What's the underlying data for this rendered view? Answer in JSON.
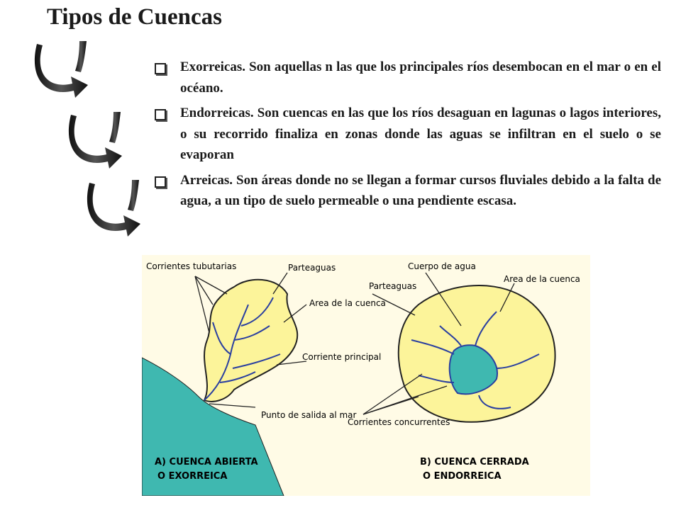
{
  "title": "Tipos de Cuencas",
  "bullets": [
    {
      "icon": "checkbox-bullet-icon",
      "text": "Exorreicas. Son aquellas n las que los principales ríos desembocan en el mar o en el océano."
    },
    {
      "icon": "checkbox-bullet-icon",
      "text": "Endorreicas. Son cuencas en las que los ríos desaguan en lagunas o lagos interiores, o su recorrido finaliza en zonas donde las aguas se infiltran en el suelo o se evaporan"
    },
    {
      "icon": "checkbox-bullet-icon",
      "text": "Arreicas. Son áreas donde no se llegan a formar cursos fluviales debido a la falta de agua, a un tipo de suelo permeable o una pendiente escasa."
    }
  ],
  "decor": {
    "arrow_icon": "curved-down-arrow-icon",
    "arrow_count": 3
  },
  "diagram": {
    "left": {
      "label_tributarias": "Corrientes tubutarias",
      "label_parteaguas": "Parteaguas",
      "label_area": "Area de la cuenca",
      "label_principal": "Corriente principal",
      "label_salida": "Punto de salida al mar",
      "caption_line1": "A) CUENCA ABIERTA",
      "caption_line2": "O EXORREICA"
    },
    "right": {
      "label_cuerpo": "Cuerpo de agua",
      "label_parteaguas": "Parteaguas",
      "label_area": "Area de la cuenca",
      "label_concurrentes": "Corrientes concurrentes",
      "caption_line1": "B) CUENCA CERRADA",
      "caption_line2": "O ENDORREICA"
    },
    "colors": {
      "basin": "#fcf49a",
      "water": "#3fb8b0",
      "river": "#2a3fa0",
      "outline": "#222222"
    }
  }
}
